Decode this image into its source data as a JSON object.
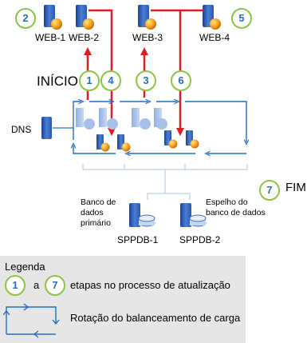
{
  "servers": {
    "web1": "WEB-1",
    "web2": "WEB-2",
    "web3": "WEB-3",
    "web4": "WEB-4",
    "dns": "DNS",
    "sppdb1": "SPPDB-1",
    "sppdb2": "SPPDB-2"
  },
  "labels": {
    "start": "INÍCIO",
    "end": "FIM",
    "primary_db": "Banco de dados primário",
    "mirror_db": "Espelho do banco de dados"
  },
  "steps": [
    "1",
    "2",
    "3",
    "4",
    "5",
    "6",
    "7"
  ],
  "legend": {
    "title": "Legenda",
    "from_step": "1",
    "connector": "a",
    "to_step": "7",
    "steps_text": "etapas no processo de atualização",
    "rotation_text": "Rotação do balanceamento de carga"
  },
  "colors": {
    "arrow_red": "#e31b23",
    "loop_blue": "#1f6fc5",
    "step_ring": "#8cc63f",
    "step_text": "#2a6ebb"
  }
}
